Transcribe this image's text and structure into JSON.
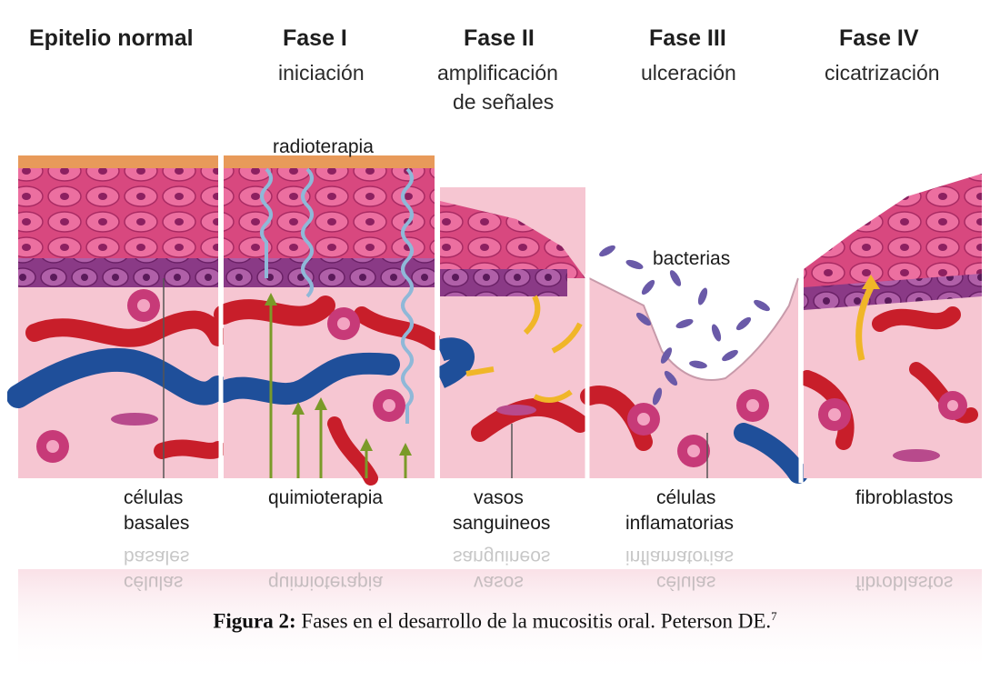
{
  "phases": [
    {
      "title": "Epitelio normal",
      "sub": ""
    },
    {
      "title": "Fase I",
      "sub": "iniciación"
    },
    {
      "title": "Fase II",
      "sub": "amplificación",
      "sub2": "de señales"
    },
    {
      "title": "Fase III",
      "sub": "ulceración"
    },
    {
      "title": "Fase IV",
      "sub": "cicatrización"
    }
  ],
  "annotations": {
    "radioterapia": "radioterapia",
    "bacterias": "bacterias"
  },
  "bottom_labels": {
    "celulas": "células",
    "basales": "basales",
    "quimioterapia": "quimioterapia",
    "vasos": "vasos",
    "sanguineos": "sanguineos",
    "celulas2": "células",
    "inflamatorias": "inflamatorias",
    "fibroblastos": "fibroblastos"
  },
  "caption": {
    "bold": "Figura 2:",
    "text": " Fases en el desarrollo de la mucositis oral. Peterson DE.",
    "ref": "7"
  },
  "colors": {
    "tissue": "#f6c6d2",
    "epithelium": "#e0508c",
    "basal": "#9b3a86",
    "artery": "#c81e2a",
    "vein": "#1f4f9a",
    "bacteria": "#6a5aa8",
    "arrow_green": "#7a9a28",
    "arrow_yellow": "#f0b628"
  }
}
